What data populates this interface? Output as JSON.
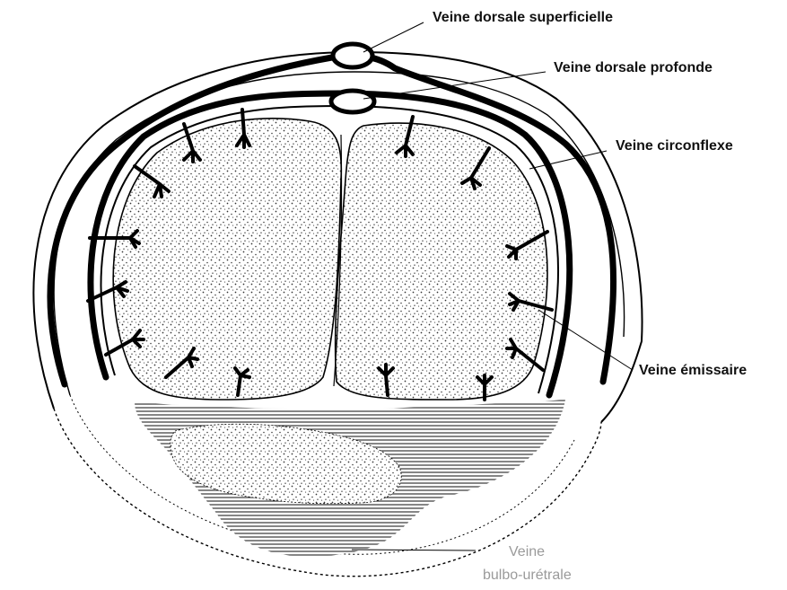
{
  "diagram": {
    "labels": {
      "superficial_dorsal_vein": "Veine dorsale superficielle",
      "deep_dorsal_vein": "Veine dorsale profonde",
      "circumflex_vein": "Veine circonflexe",
      "emissary_vein": "Veine émissaire",
      "bulbourethral_vein_line1": "Veine",
      "bulbourethral_vein_line2": "bulbo-urétrale"
    }
  }
}
